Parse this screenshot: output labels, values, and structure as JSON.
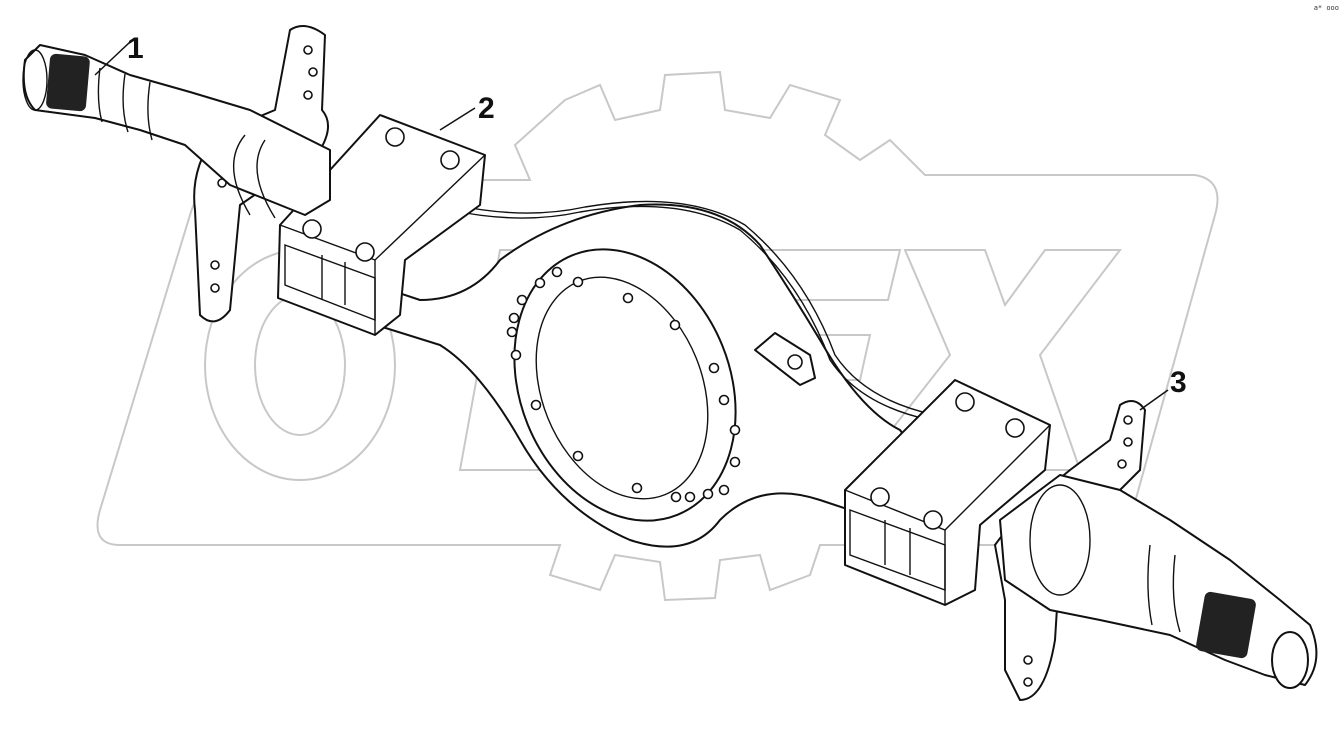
{
  "watermark": {
    "text": "OPEX",
    "color": "#c8c8c8"
  },
  "corner_code": "a* ooo",
  "callouts": [
    {
      "id": "1",
      "label": "1"
    },
    {
      "id": "2",
      "label": "2"
    },
    {
      "id": "3",
      "label": "3"
    }
  ]
}
